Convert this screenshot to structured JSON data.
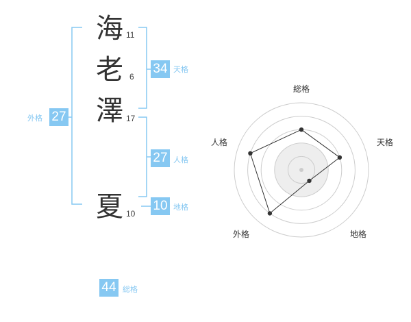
{
  "name": {
    "chars": [
      {
        "kanji": "海",
        "strokes": "11"
      },
      {
        "kanji": "老",
        "strokes": "6"
      },
      {
        "kanji": "澤",
        "strokes": "17"
      },
      {
        "kanji": "夏",
        "strokes": "10"
      }
    ]
  },
  "kakusu": {
    "tenkaku": {
      "value": "34",
      "label": "天格"
    },
    "jinkaku": {
      "value": "27",
      "label": "人格"
    },
    "chikaku": {
      "value": "10",
      "label": "地格"
    },
    "gaikaku": {
      "value": "27",
      "label": "外格"
    },
    "soukaku": {
      "value": "44",
      "label": "総格"
    }
  },
  "colors": {
    "accent": "#86c8f2",
    "ink": "#333333",
    "ring": "#cccccc"
  },
  "chart_data": {
    "type": "radar",
    "axes": [
      "総格",
      "天格",
      "地格",
      "外格",
      "人格"
    ],
    "values": [
      3,
      3,
      1,
      4,
      4
    ],
    "max": 5
  }
}
